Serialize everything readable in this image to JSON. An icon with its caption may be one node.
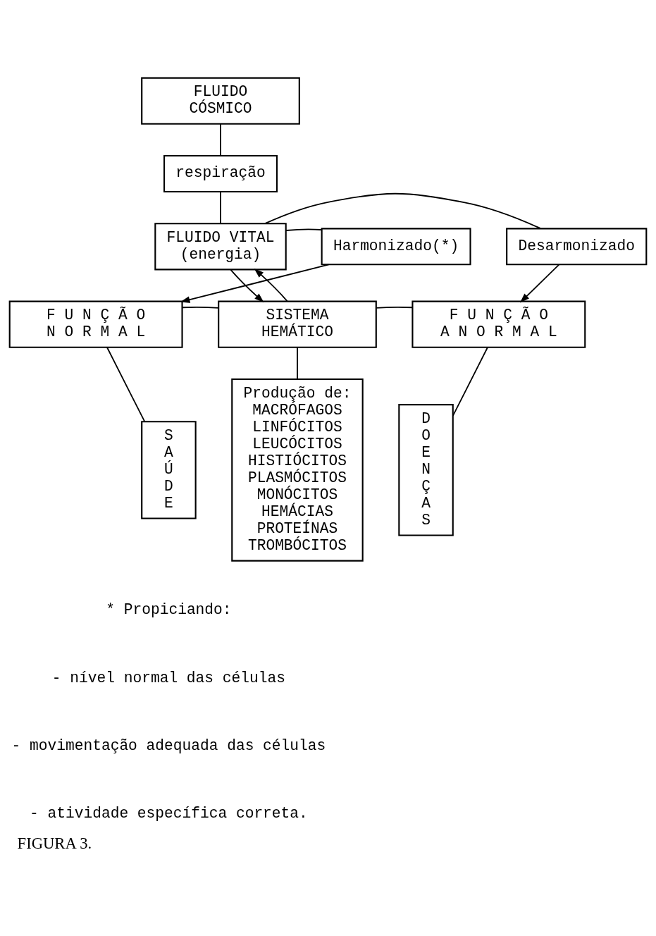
{
  "diagram": {
    "caption": "FIGURA 3.",
    "nodes": [
      {
        "text": [
          "FLUIDO CÓSMICO"
        ]
      },
      {
        "text": [
          "respiração"
        ]
      },
      {
        "text": [
          "FLUIDO VITAL",
          "(energia)"
        ]
      },
      {
        "text": [
          "Harmonizado(*)"
        ]
      },
      {
        "text": [
          "Desarmonizado"
        ]
      },
      {
        "text": [
          "F U N Ç Ã O N O R M A L"
        ]
      },
      {
        "text": [
          "SISTEMA HEMÁTICO"
        ]
      },
      {
        "text": [
          "F U N Ç Ã O A N O R M A L"
        ]
      },
      {
        "text": [
          "SAÚDE"
        ]
      },
      {
        "text": [
          "Produção de:",
          "MACRÓFAGOS",
          "LINFÓCITOS",
          "LEUCÓCITOS",
          "HISTIÓCITOS",
          "PLASMÓCITOS",
          "MONÓCITOS",
          "HEMÁCIAS",
          "PROTEÍNAS",
          "TROMBÓCITOS"
        ]
      },
      {
        "text": [
          "DOENÇAS"
        ]
      }
    ],
    "edges": [
      {
        "from": 0,
        "to": 1,
        "arrow": "none"
      },
      {
        "from": 1,
        "to": 2,
        "arrow": "none"
      },
      {
        "from": 2,
        "to": 3,
        "arrow": "none"
      },
      {
        "from": 2,
        "to": 4,
        "arrow": "none"
      },
      {
        "from": 3,
        "to": 5,
        "arrow": "to"
      },
      {
        "from": 2,
        "to": 6,
        "arrow": "to"
      },
      {
        "from": 6,
        "to": 2,
        "arrow": "to"
      },
      {
        "from": 4,
        "to": 7,
        "arrow": "to"
      },
      {
        "from": 5,
        "to": 6,
        "arrow": "none"
      },
      {
        "from": 6,
        "to": 7,
        "arrow": "none"
      },
      {
        "from": 5,
        "to": 8,
        "arrow": "none"
      },
      {
        "from": 6,
        "to": 9,
        "arrow": "none"
      },
      {
        "from": 7,
        "to": 10,
        "arrow": "none"
      }
    ],
    "labels": [
      "* Propiciando:",
      "- nível normal das células",
      "- movimentação adequada das células",
      "- atividade específica correta."
    ]
  }
}
